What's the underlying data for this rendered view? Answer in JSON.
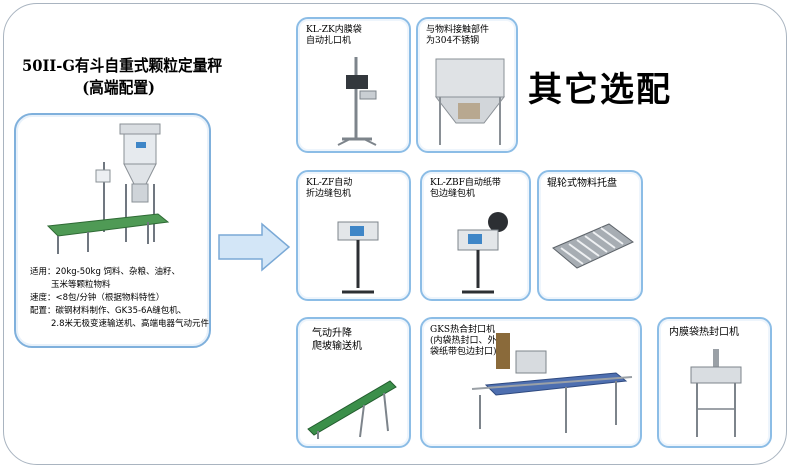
{
  "title": {
    "line1": "50II-G有斗自重式颗粒定量秤",
    "line2": "(高端配置)"
  },
  "main_specs": [
    "适用：20kg-50kg 饲料、杂粮、油籽、",
    "玉米等颗粒物料",
    "速度：<8包/分钟（根据物料特性）",
    "配置：碳钢材料制作、GK35-6A缝包机、",
    "2.8米无极变速输送机、高端电器气动元件"
  ],
  "options_heading": "其它选配",
  "options": [
    {
      "id": "zk",
      "lines": [
        "KL-ZK内膜袋",
        "自动扎口机"
      ]
    },
    {
      "id": "ss",
      "lines": [
        "与物料接触部件",
        "为304不锈钢"
      ]
    },
    {
      "id": "zf",
      "lines": [
        "KL-ZF自动",
        "折边缝包机"
      ]
    },
    {
      "id": "zbf",
      "lines": [
        "KL-ZBF自动纸带",
        "包边缝包机"
      ]
    },
    {
      "id": "roller",
      "lines": [
        "辊轮式物料托盘"
      ]
    },
    {
      "id": "lift",
      "lines": [
        "气动升降",
        "爬坡输送机"
      ]
    },
    {
      "id": "gks",
      "lines": [
        "GKS热合封口机",
        "(内袋热封口、外",
        "袋纸带包边封口)"
      ]
    },
    {
      "id": "inner",
      "lines": [
        "内膜袋热封口机"
      ]
    }
  ],
  "colors": {
    "frame": "#a9b4c0",
    "card_border": "#8cbde6",
    "arrow_fill": "#d3e6f7",
    "arrow_stroke": "#7aa9d6"
  }
}
